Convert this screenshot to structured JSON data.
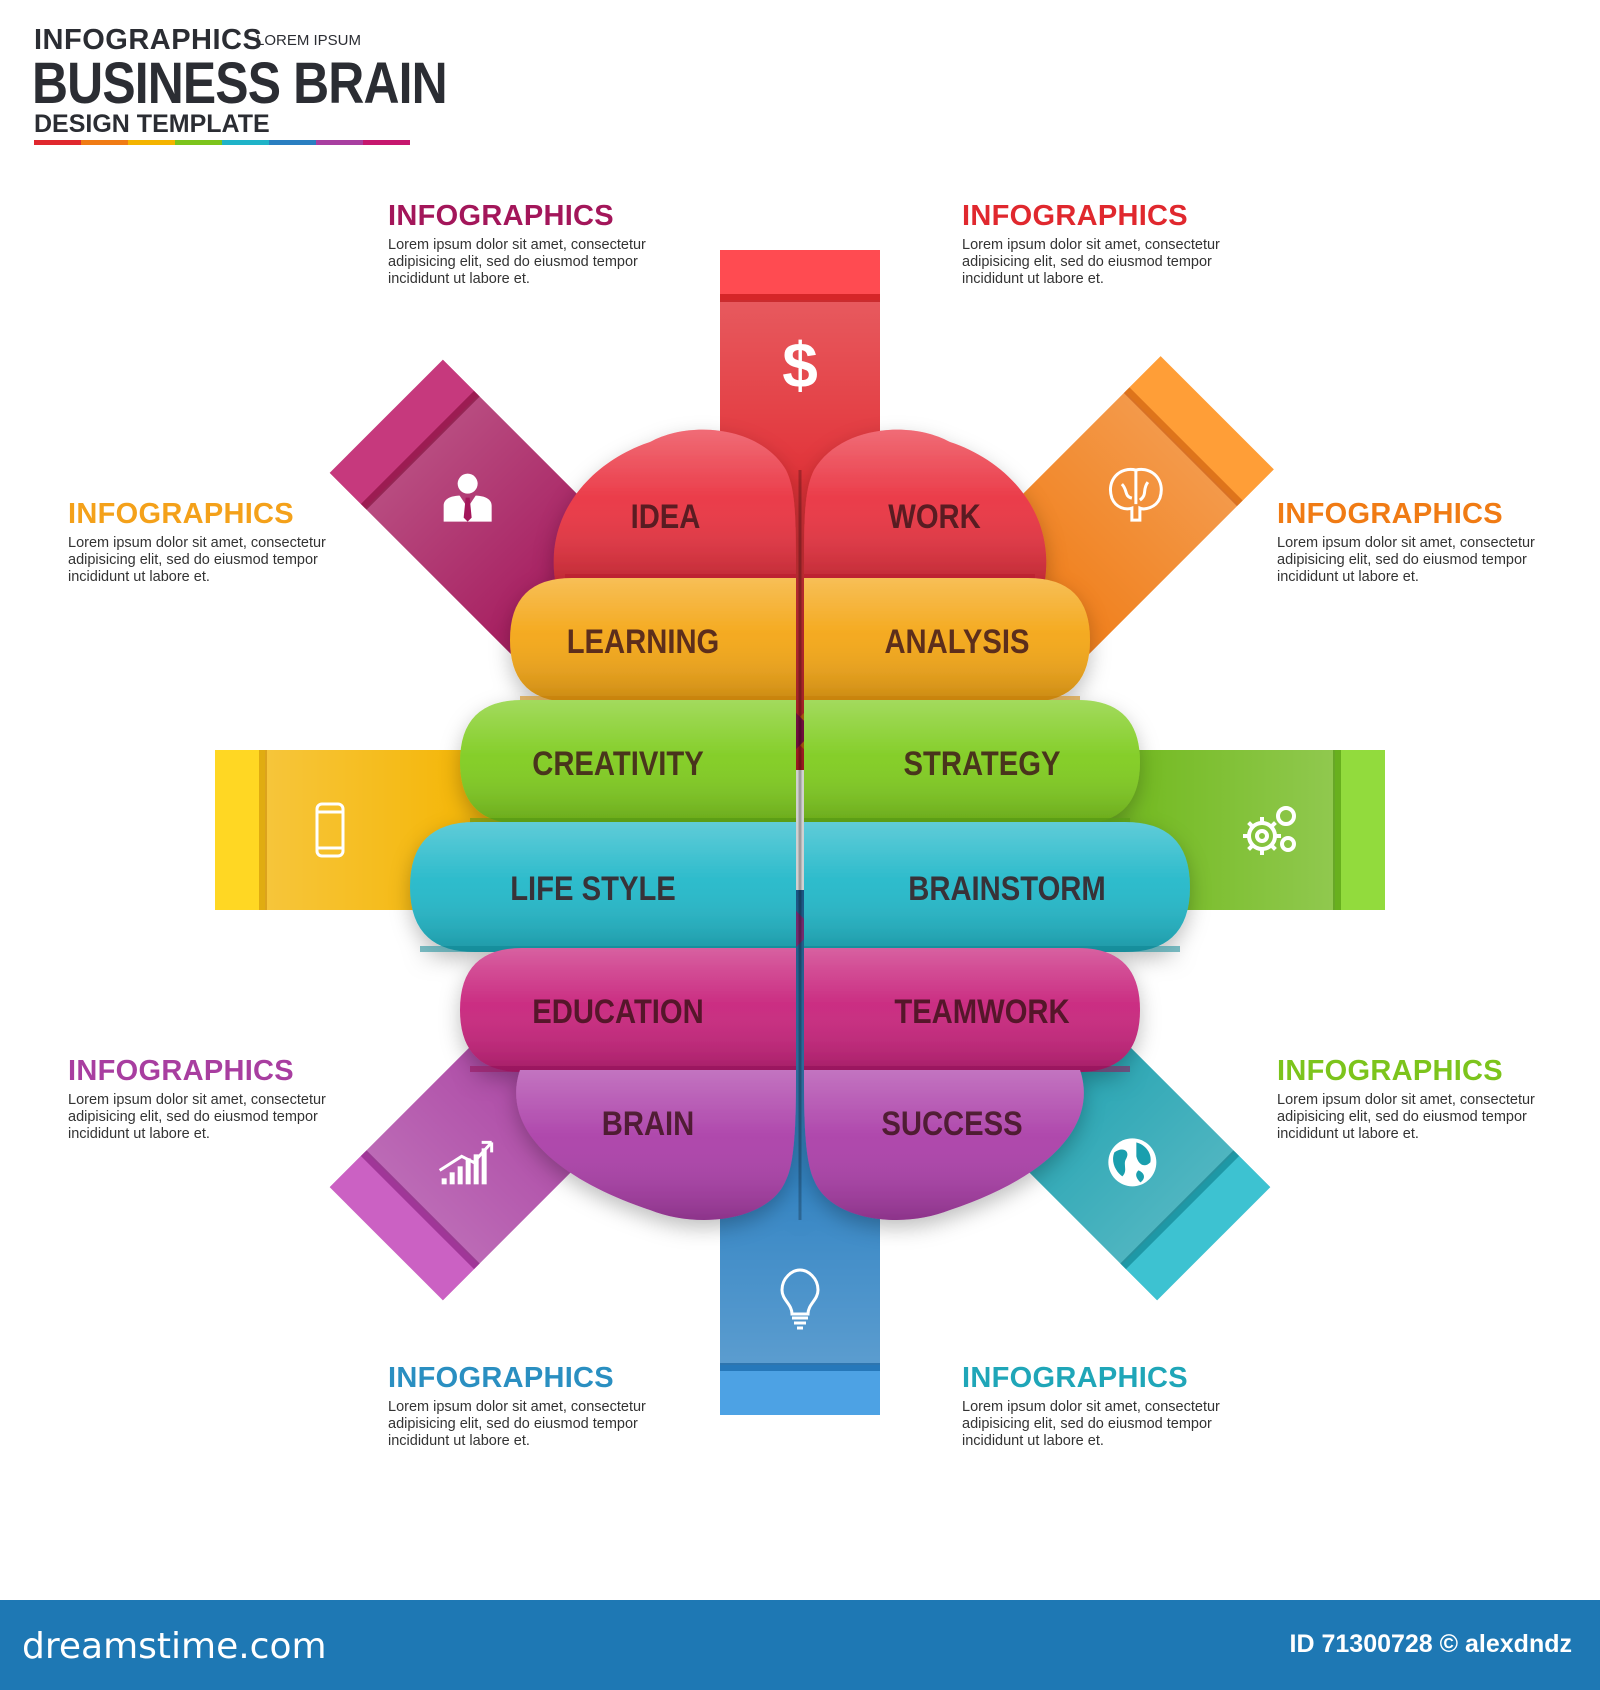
{
  "header": {
    "line1": "INFOGRAPHICS",
    "line1_small": "LOREM IPSUM",
    "title": "BUSINESS BRAIN",
    "subtitle": "DESIGN TEMPLATE",
    "bar_colors": [
      "#e0282e",
      "#f07b14",
      "#f4b400",
      "#7cc41c",
      "#1fb3c8",
      "#2a7fc1",
      "#a83ea0",
      "#c6176e"
    ]
  },
  "info_blocks": [
    {
      "title": "INFOGRAPHICS",
      "color": "#a3165a",
      "text": [
        "Lorem ipsum dolor sit amet, consectetur",
        "adipisicing elit, sed do eiusmod tempor",
        "incididunt ut labore et."
      ]
    },
    {
      "title": "INFOGRAPHICS",
      "color": "#e0282e",
      "text": [
        "Lorem ipsum dolor sit amet, consectetur",
        "adipisicing elit, sed do eiusmod tempor",
        "incididunt ut labore et."
      ]
    },
    {
      "title": "INFOGRAPHICS",
      "color": "#f4a11a",
      "text": [
        "Lorem ipsum dolor sit amet, consectetur",
        "adipisicing elit, sed do eiusmod tempor",
        "incididunt ut labore et."
      ]
    },
    {
      "title": "INFOGRAPHICS",
      "color": "#f07b14",
      "text": [
        "Lorem ipsum dolor sit amet, consectetur",
        "adipisicing elit, sed do eiusmod tempor",
        "incididunt ut labore et."
      ]
    },
    {
      "title": "INFOGRAPHICS",
      "color": "#a83ea0",
      "text": [
        "Lorem ipsum dolor sit amet, consectetur",
        "adipisicing elit, sed do eiusmod tempor",
        "incididunt ut labore et."
      ]
    },
    {
      "title": "INFOGRAPHICS",
      "color": "#7cc41c",
      "text": [
        "Lorem ipsum dolor sit amet, consectetur",
        "adipisicing elit, sed do eiusmod tempor",
        "incididunt ut labore et."
      ]
    },
    {
      "title": "INFOGRAPHICS",
      "color": "#2a8fc1",
      "text": [
        "Lorem ipsum dolor sit amet, consectetur",
        "adipisicing elit, sed do eiusmod tempor",
        "incididunt ut labore et."
      ]
    },
    {
      "title": "INFOGRAPHICS",
      "color": "#1fa6b8",
      "text": [
        "Lorem ipsum dolor sit amet, consectetur",
        "adipisicing elit, sed do eiusmod tempor",
        "incididunt ut labore et."
      ]
    }
  ],
  "brain_bands": [
    {
      "left": "IDEA",
      "right": "WORK",
      "color": "#ea3341",
      "dark": "#b81e2b"
    },
    {
      "left": "LEARNING",
      "right": "ANALYSIS",
      "color": "#f4a615",
      "dark": "#c77f08"
    },
    {
      "left": "CREATIVITY",
      "right": "STRATEGY",
      "color": "#7fcc1f",
      "dark": "#4f9410"
    },
    {
      "left": "LIFE STYLE",
      "right": "BRAINSTORM",
      "color": "#22b8c9",
      "dark": "#128592"
    },
    {
      "left": "EDUCATION",
      "right": "TEAMWORK",
      "color": "#c8237c",
      "dark": "#8f1457"
    },
    {
      "left": "BRAIN",
      "right": "SUCCESS",
      "color": "#ab3ea8",
      "dark": "#772879"
    }
  ],
  "tabs": [
    {
      "icon": "dollar-icon",
      "glyph": "$",
      "color": "#e0282e"
    },
    {
      "icon": "brain-icon",
      "glyph": "",
      "color": "#f07b14"
    },
    {
      "icon": "gears-icon",
      "glyph": "",
      "color": "#6fb81a"
    },
    {
      "icon": "globe-icon",
      "glyph": "",
      "color": "#1a9fae"
    },
    {
      "icon": "lightbulb-icon",
      "glyph": "",
      "color": "#2a7fc1"
    },
    {
      "icon": "growth-chart-icon",
      "glyph": "",
      "color": "#a83ea0"
    },
    {
      "icon": "smartphone-icon",
      "glyph": "",
      "color": "#f4b400"
    },
    {
      "icon": "businessman-icon",
      "glyph": "",
      "color": "#a3165a"
    }
  ],
  "footer": {
    "brand": "dreamstime.com",
    "id": "ID 71300728 © alexdndz",
    "color": "#1e78b4"
  }
}
